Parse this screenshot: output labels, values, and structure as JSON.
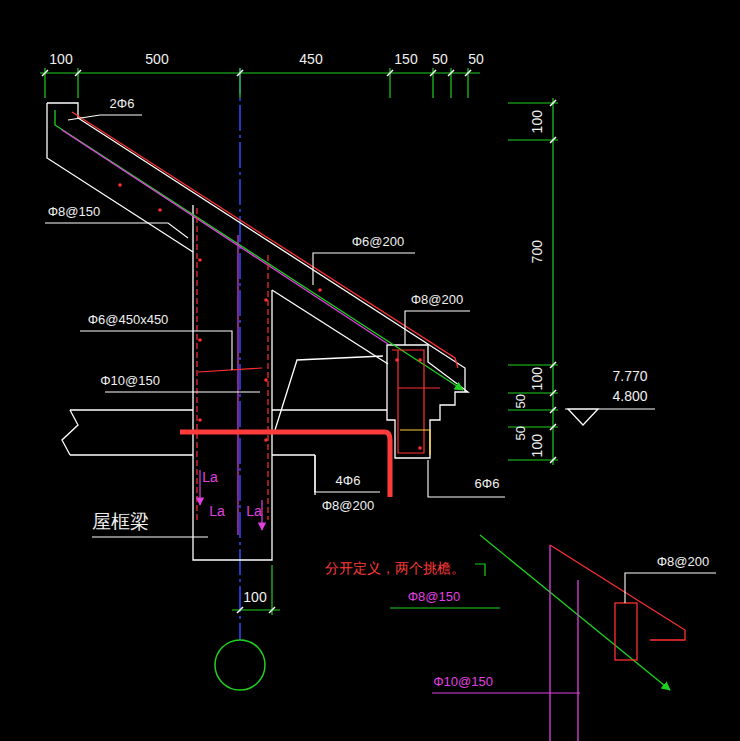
{
  "diagram": {
    "labels": [
      "100",
      "500",
      "450",
      "150",
      "50",
      "50",
      "2Φ6",
      "Φ8@150",
      "Φ6@200",
      "Φ8@200",
      "Φ6@450x450",
      "Φ10@150",
      "100",
      "700",
      "100",
      "50",
      "50",
      "100",
      "7.770",
      "4.800",
      "La",
      "La",
      "La",
      "4Φ6",
      "6Φ6",
      "Φ8@200",
      "屋框梁",
      "100",
      "分开定义，两个挑檐。",
      "Φ8@200",
      "Φ8@150",
      "Φ10@150"
    ]
  }
}
